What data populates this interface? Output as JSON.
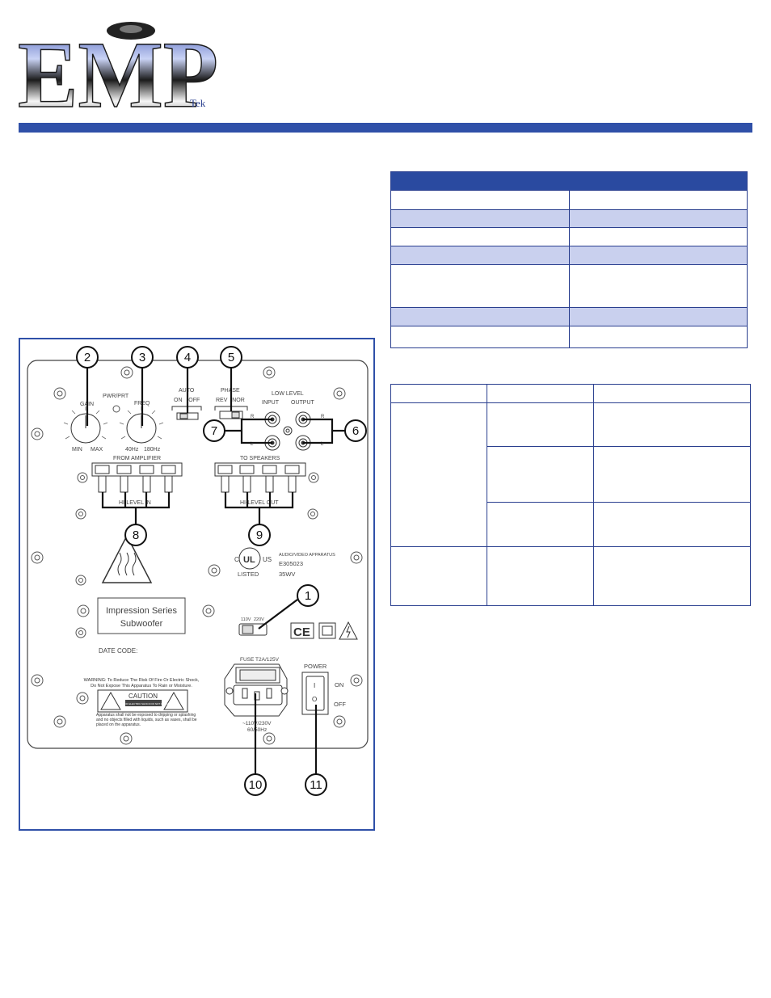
{
  "brand": {
    "logo_text": "EMP",
    "logo_suffix": "Tek"
  },
  "colors": {
    "accent_blue": "#2f50a8",
    "table_header": "#2a4aa0",
    "table_shade": "#c9d0ee"
  },
  "panel": {
    "callouts": [
      "1",
      "2",
      "3",
      "4",
      "5",
      "6",
      "7",
      "8",
      "9",
      "10",
      "11"
    ],
    "labels": {
      "pwr_prt": "PWR/PRT",
      "gain": "GAIN",
      "freq": "FREQ",
      "min": "MIN",
      "max": "MAX",
      "f40": "40Hz",
      "f180": "180Hz",
      "auto": "AUTO",
      "on_off": "ON    OFF",
      "phase": "PHASE",
      "rev_nor": "REV   NOR",
      "low_level": "LOW LEVEL",
      "input": "INPUT",
      "output": "OUTPUT",
      "r": "R",
      "l": "L",
      "from_amplifier": "FROM AMPLIFIER",
      "hi_level_in": "HI-LEVEL IN",
      "to_speakers": "TO SPEAKERS",
      "hi_level_out": "HI-LEVEL OUT",
      "c": "C",
      "us": "US",
      "ul": "UL",
      "listed": "LISTED",
      "av_apparatus": "AUDIO/VIDEO APPARATUS",
      "file_no": "E305023",
      "model_code": "35WV",
      "series_line1": "Impression Series",
      "series_line2": "Subwoofer",
      "v110": "110V",
      "v220": "220V",
      "ce": "CE",
      "date_code": "DATE CODE:",
      "warning_line1": "WARNING: To Reduce The Risk Of Fire Or Electric Shock,",
      "warning_line2": "Do Not Expose This Apparatus To Rain or Moisture.",
      "caution": "CAUTION",
      "caution_sub": "RISK OF ELECTRIC SHOCK DO NOT OPEN",
      "apparatus_line1": "Apparatus shall not be exposed to dripping or splashing",
      "apparatus_line2": "and no objects filled with liquids, such as vases, shall be",
      "apparatus_line3": "placed on the apparatus.",
      "fuse": "FUSE T2A/125V",
      "voltage_line1": "~110V/230V",
      "voltage_line2": "60/50Hz",
      "power": "POWER",
      "on": "ON",
      "off": "OFF",
      "switch_on": "I",
      "switch_off": "O"
    }
  }
}
